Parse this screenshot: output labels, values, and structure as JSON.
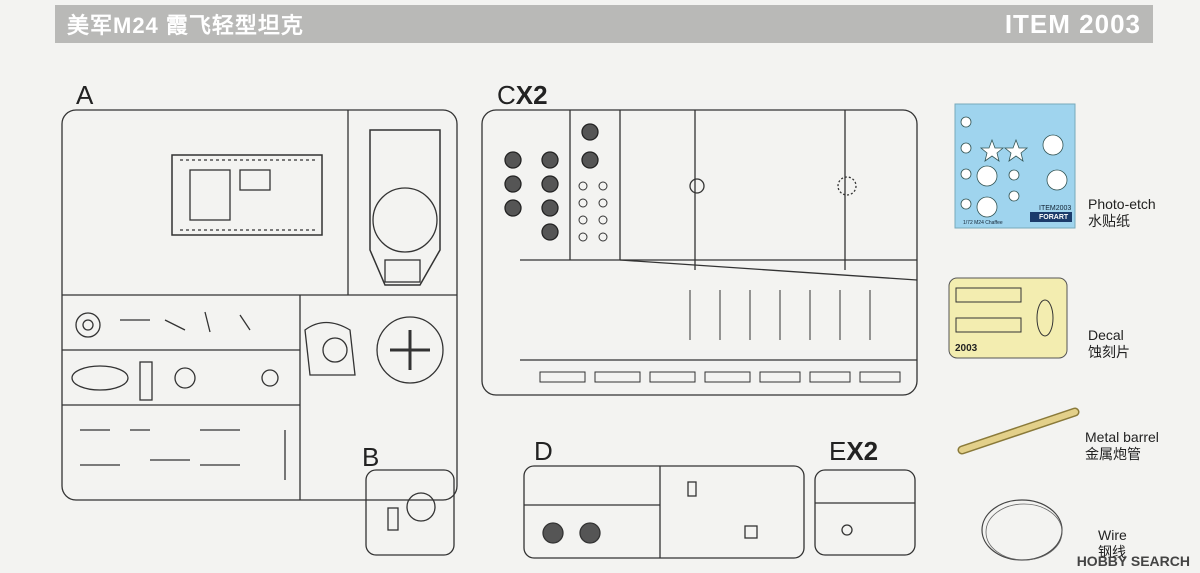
{
  "header": {
    "title": "美军M24  霞飞轻型坦克",
    "item": "ITEM 2003"
  },
  "sections": {
    "a": {
      "letter": "A",
      "mult": ""
    },
    "b": {
      "letter": "B",
      "mult": ""
    },
    "c": {
      "letter": "C",
      "mult": "X2"
    },
    "d": {
      "letter": "D",
      "mult": ""
    },
    "e": {
      "letter": "E",
      "mult": "X2"
    }
  },
  "extras": [
    {
      "en": "Photo-etch",
      "zh": "水贴纸"
    },
    {
      "en": "Decal",
      "zh": "蚀刻片"
    },
    {
      "en": "Metal barrel",
      "zh": "金属炮管"
    },
    {
      "en": "Wire",
      "zh": "钢线"
    }
  ],
  "decal_sheet": {
    "code": "ITEM2003",
    "brand": "FORART",
    "caption": "1/72 M24 Chaffee"
  },
  "etch_sheet": {
    "code": "2003"
  },
  "watermark": "HOBBY SEARCH",
  "colors": {
    "header": "#b9b9b7",
    "decal_bg": "#9fd4ee",
    "etch_bg": "#f3edb0",
    "barrel": "#e3d08a"
  }
}
